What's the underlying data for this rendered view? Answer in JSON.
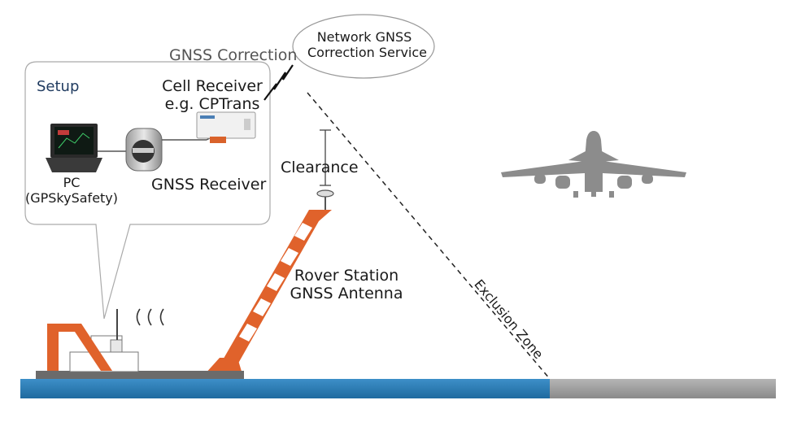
{
  "labels": {
    "gnss_correction": "GNSS Correction",
    "network_service_line1": "Network GNSS",
    "network_service_line2": "Correction Service",
    "setup": "Setup",
    "cell_receiver_line1": "Cell Receiver",
    "cell_receiver_line2": "e.g. CPTrans",
    "pc_line1": "PC",
    "pc_line2": "(GPSkySafety)",
    "gnss_receiver": "GNSS Receiver",
    "clearance": "Clearance",
    "rover_line1": "Rover Station",
    "rover_line2": "GNSS Antenna",
    "exclusion_zone": "Exclusion Zone"
  },
  "colors": {
    "crane_orange": "#e0622b",
    "water_blue": "#2f7fb8",
    "ground_gray": "#9e9e9e",
    "deck_gray": "#6b6b6b",
    "airplane_gray": "#8c8c8c",
    "setup_title_blue": "#1f3a5f"
  },
  "icons": {
    "signal": "wireless-waves-icon",
    "lightning": "lightning-bolt-icon",
    "airplane": "airplane-icon",
    "laptop": "laptop-icon",
    "receiver": "gnss-receiver-icon",
    "modem": "cell-receiver-icon",
    "antenna": "gnss-antenna-icon"
  }
}
